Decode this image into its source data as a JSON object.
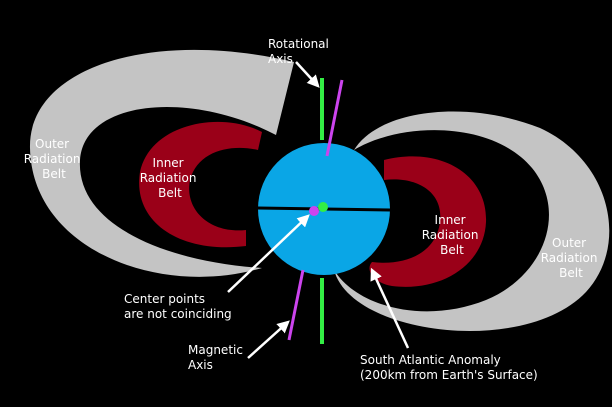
{
  "diagram": {
    "colors": {
      "background": "#000000",
      "outer_belt": "#c4c4c4",
      "inner_belt": "#9a0018",
      "earth": "#0aa6e6",
      "rotational_axis": "#33ee44",
      "magnetic_axis": "#cc44ee",
      "arrow": "#ffffff",
      "label_dark": "#000000",
      "label_light": "#ffffff"
    },
    "labels": {
      "rotational_axis": [
        "Rotational",
        "Axis"
      ],
      "outer_belt_left": [
        "Outer",
        "Radiation",
        "Belt"
      ],
      "inner_belt_left": [
        "Inner",
        "Radiation",
        "Belt"
      ],
      "inner_belt_right": [
        "Inner",
        "Radiation",
        "Belt"
      ],
      "outer_belt_right": [
        "Outer",
        "Radiation",
        "Belt"
      ],
      "center_points": [
        "Center points",
        "are not coinciding"
      ],
      "magnetic_axis": [
        "Magnetic",
        "Axis"
      ],
      "south_atlantic_anomaly": [
        "South Atlantic Anomaly",
        "(200km from Earth's Surface)"
      ]
    }
  }
}
